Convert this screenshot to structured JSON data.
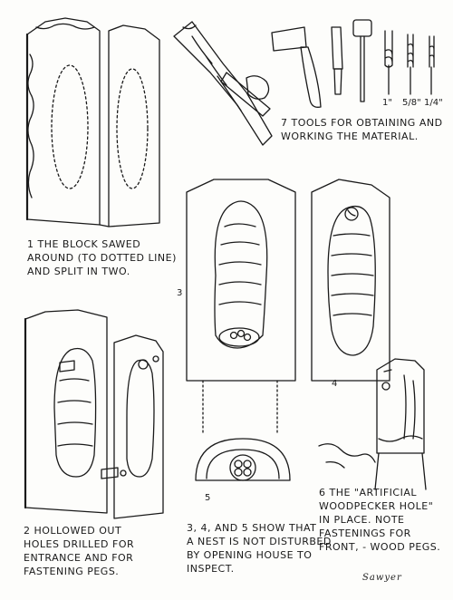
{
  "colors": {
    "ink": "#1a1a1a",
    "paper": "#fdfdfb"
  },
  "captions": {
    "c1": [
      "1   The block sawed",
      "around (to dotted line)",
      "and split in two."
    ],
    "c2": [
      "2   Hollowed out",
      "holes drilled for",
      "entrance and for",
      "fastening pegs."
    ],
    "c345": [
      "3, 4, and 5 show that",
      "a nest is not disturbed",
      "by opening house to",
      "inspect."
    ],
    "c6": [
      "6  The \"artificial",
      "woodpecker hole\"",
      "in place. Note",
      "fastenings for",
      "front, - wood pegs."
    ],
    "c7": [
      "7 Tools for obtaining and",
      "working the material."
    ]
  },
  "labels": {
    "n3": "3",
    "n4": "4",
    "n5": "5"
  },
  "bits": [
    "1\"",
    "5/8\"",
    "1/4\""
  ],
  "signature": "Sawyer"
}
